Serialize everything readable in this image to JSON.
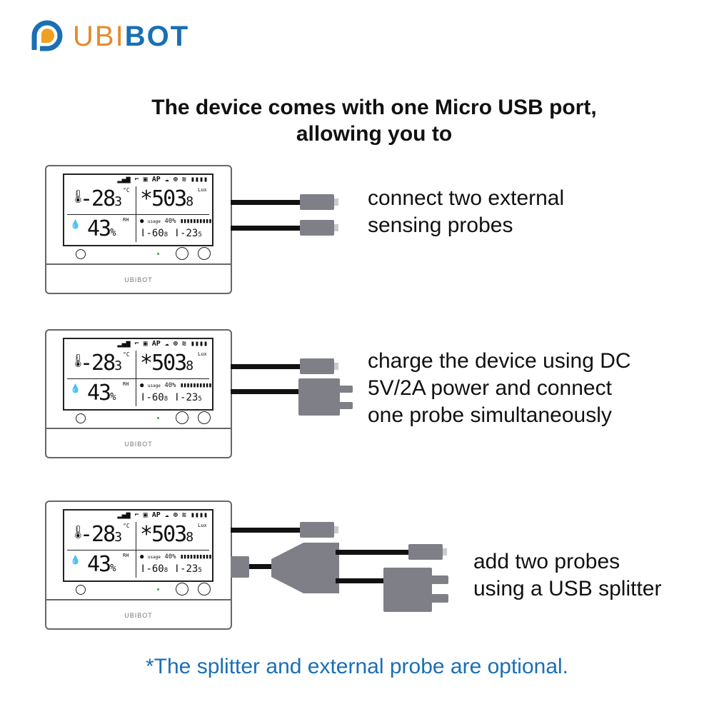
{
  "logo": {
    "text_left": "UBI",
    "text_right": "BOT",
    "color_orange": "#e58a2a",
    "color_blue": "#1a6fb5"
  },
  "heading": {
    "line1": "The device comes with one Micro USB port,",
    "line2": "allowing you to"
  },
  "device": {
    "status_icons": "AP",
    "temp": "-28",
    "temp_dec": "3",
    "temp_unit": "°C",
    "lux": "503",
    "lux_dec": "8",
    "lux_unit": "Lux",
    "humidity": "43",
    "humidity_unit": "%",
    "rh_label": "RH",
    "usage_label": "usage",
    "usage_value": "40%",
    "ext1": "-60",
    "ext1_dec": "8",
    "ext2": "-23",
    "ext2_dec": "5",
    "brand": "UBIBOT"
  },
  "options": [
    {
      "text_line1": "connect two external",
      "text_line2": "sensing probes"
    },
    {
      "text_line1": "charge the device using DC",
      "text_line2": "5V/2A power and connect",
      "text_line3": "one probe simultaneously"
    },
    {
      "text_line1": "add two probes",
      "text_line2": "using a USB splitter"
    }
  ],
  "footnote": "*The splitter and external probe are optional."
}
